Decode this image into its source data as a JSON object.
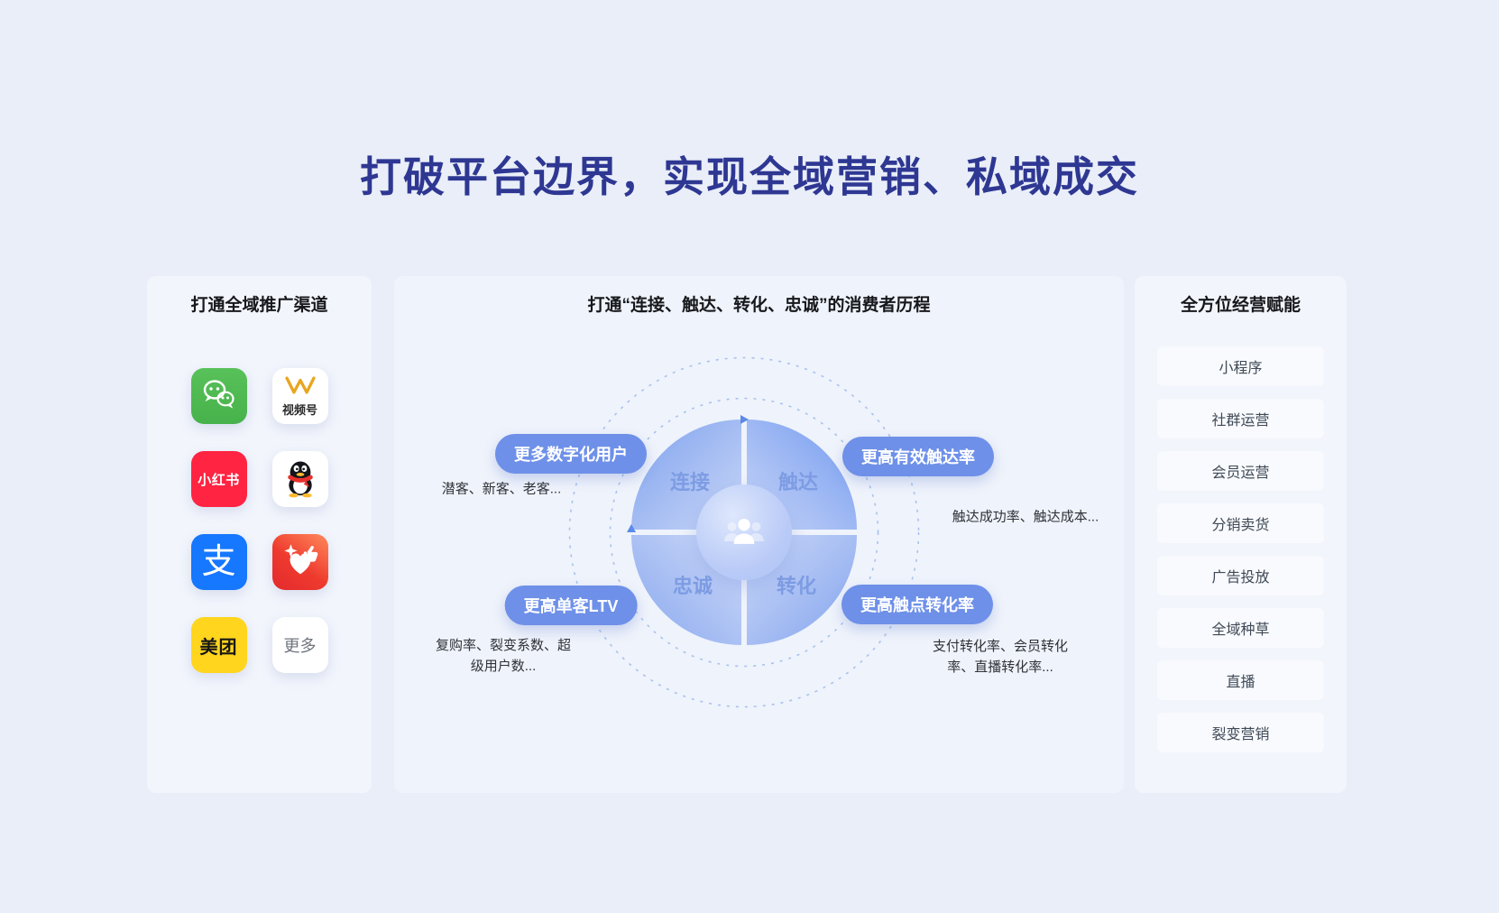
{
  "page": {
    "title": "打破平台边界，实现全域营销、私域成交"
  },
  "left_panel": {
    "title": "打通全域推广渠道",
    "channels": [
      {
        "id": "wechat",
        "label": ""
      },
      {
        "id": "shipinhao",
        "label": "视频号"
      },
      {
        "id": "xiaohongshu",
        "label": "小红书"
      },
      {
        "id": "qq",
        "label": ""
      },
      {
        "id": "alipay",
        "label": "支"
      },
      {
        "id": "like",
        "label": ""
      },
      {
        "id": "meituan",
        "label": "美团"
      },
      {
        "id": "more",
        "label": "更多"
      }
    ]
  },
  "center_panel": {
    "title": "打通“连接、触达、转化、忠诚”的消费者历程",
    "quadrants": {
      "top_left": "连接",
      "top_right": "触达",
      "bottom_left": "忠诚",
      "bottom_right": "转化"
    },
    "badges": {
      "top_left": {
        "label": "更多数字化用户",
        "note": "潜客、新客、老客..."
      },
      "top_right": {
        "label": "更高有效触达率",
        "note": "触达成功率、触达成本..."
      },
      "bottom_left": {
        "label": "更高单客LTV",
        "note": "复购率、裂变系数、超级用户数..."
      },
      "bottom_right": {
        "label": "更高触点转化率",
        "note": "支付转化率、会员转化率、直播转化率..."
      }
    }
  },
  "right_panel": {
    "title": "全方位经营赋能",
    "items": [
      "小程序",
      "社群运营",
      "会员运营",
      "分销卖货",
      "广告投放",
      "全域种草",
      "直播",
      "裂变营销"
    ]
  },
  "colors": {
    "title": "#2E3792",
    "pill": "#6E90E8",
    "quadrant_label": "#7D9CE3",
    "wechat_green": "#51BB54",
    "shipinhao_gold": "#E8A51F",
    "xiaohongshu_red": "#FF2442",
    "alipay_blue": "#1677FF",
    "like_red": "#EA2D2F",
    "meituan_yellow": "#FFD51E"
  }
}
